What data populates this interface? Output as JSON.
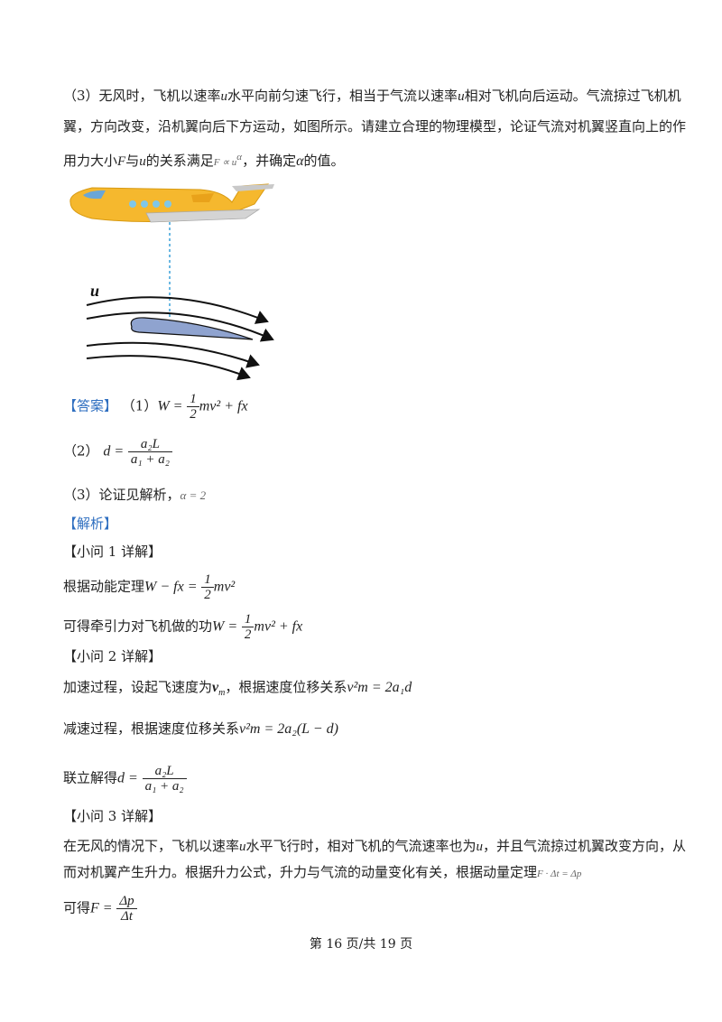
{
  "problem": {
    "line1": "（3）无风时，飞机以速率",
    "line1_b": "水平向前匀速飞行，相当于气流以速率",
    "line1_c": "相对飞机向后运动。气流掠过飞机机",
    "line2": "翼，方向改变，沿机翼向后下方运动，如图所示。请建立合理的物理模型，论证气流对机翼竖直向上的作",
    "line3_a": "用力大小",
    "line3_b": "与",
    "line3_c": "的关系满足",
    "line3_d": "，并确定",
    "line3_e": "的值。",
    "var_u": "u",
    "var_F": "F",
    "relation": "F ∝ u",
    "relation_exp": "α",
    "alpha": "α"
  },
  "figure": {
    "u_label": "u"
  },
  "answer": {
    "tag": "【答案】",
    "a1_prefix": "（1）",
    "a1_lhs": "W =",
    "a1_num": "1",
    "a1_den": "2",
    "a1_rhs": "mv² + fx",
    "a2_prefix": "（2）",
    "a2_lhs": "d =",
    "a2_num": "a₂L",
    "a2_den": "a₁ + a₂",
    "a3_prefix": "（3）论证见解析，",
    "a3_math": "α = 2"
  },
  "analysis": {
    "tag": "【解析】",
    "q1_head": "【小问 1 详解】",
    "q1_l1": "根据动能定理",
    "q1_l1_math_a": "W − fx =",
    "q1_l1_num": "1",
    "q1_l1_den": "2",
    "q1_l1_math_b": "mv²",
    "q1_l2": "可得牵引力对飞机做的功",
    "q1_l2_math_a": "W =",
    "q1_l2_num": "1",
    "q1_l2_den": "2",
    "q1_l2_math_b": "mv² + fx",
    "q2_head": "【小问 2 详解】",
    "q2_l1": "加速过程，设起飞速度为",
    "q2_l1_v": "v",
    "q2_l1_vsub": "m",
    "q2_l1_b": "，根据速度位移关系",
    "q2_l1_math": "v²m = 2a₁d",
    "q2_l2": "减速过程，根据速度位移关系",
    "q2_l2_math": "v²m = 2a₂(L − d)",
    "q2_l3": "联立解得",
    "q2_l3_lhs": "d =",
    "q2_l3_num": "a₂L",
    "q2_l3_den": "a₁ + a₂",
    "q3_head": "【小问 3 详解】",
    "q3_l1_a": "在无风的情况下，飞机以速率",
    "q3_l1_b": "水平飞行时，相对飞机的气流速率也为",
    "q3_l1_c": "，并且气流掠过机翼改变方向，从",
    "q3_u": "u",
    "q3_l2": "而对机翼产生升力。根据升力公式，升力与气流的动量变化有关，根据动量定理",
    "q3_l2_math": "F · Δt = Δp",
    "q3_l3": "可得",
    "q3_l3_lhs": "F =",
    "q3_l3_num": "Δp",
    "q3_l3_den": "Δt"
  },
  "footer": "第 16 页/共 19 页",
  "colors": {
    "blue": "#2f6fc0",
    "plane": "#f5b82e",
    "airfoil": "#8fa3cf",
    "dash": "#3aa0d8"
  }
}
